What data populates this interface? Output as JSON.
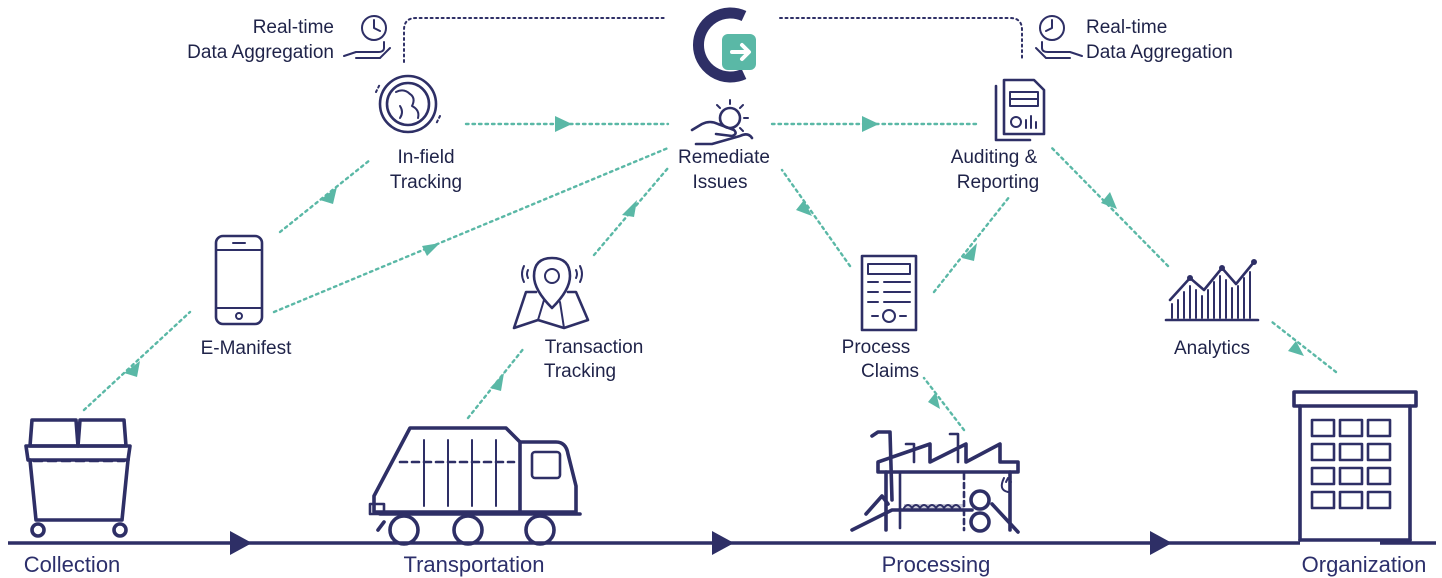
{
  "stages": {
    "collection": "Collection",
    "transportation": "Transportation",
    "processing": "Processing",
    "organization": "Organization"
  },
  "nodes": {
    "e_manifest": "E-Manifest",
    "infield_line1": "In-field",
    "infield_line2": "Tracking",
    "transaction_line1": "Transaction",
    "transaction_line2": "Tracking",
    "remediate_line1": "Remediate",
    "remediate_line2": "Issues",
    "process_line1": "Process",
    "process_line2": "Claims",
    "auditing_line1": "Auditing &",
    "auditing_line2": "Reporting",
    "analytics": "Analytics"
  },
  "aggregation": {
    "left_line1": "Real-time",
    "left_line2": "Data Aggregation",
    "right_line1": "Real-time",
    "right_line2": "Data Aggregation"
  },
  "colors": {
    "navy": "#2e2f66",
    "teal": "#5ab8a6"
  },
  "icons": [
    "dumpster-icon",
    "garbage-truck-icon",
    "recycling-plant-icon",
    "office-building-icon",
    "smartphone-icon",
    "globe-tracking-icon",
    "map-pin-icon",
    "hand-gear-icon",
    "claim-invoice-icon",
    "report-document-icon",
    "line-chart-icon",
    "clock-hand-icon",
    "brand-logo-icon"
  ]
}
